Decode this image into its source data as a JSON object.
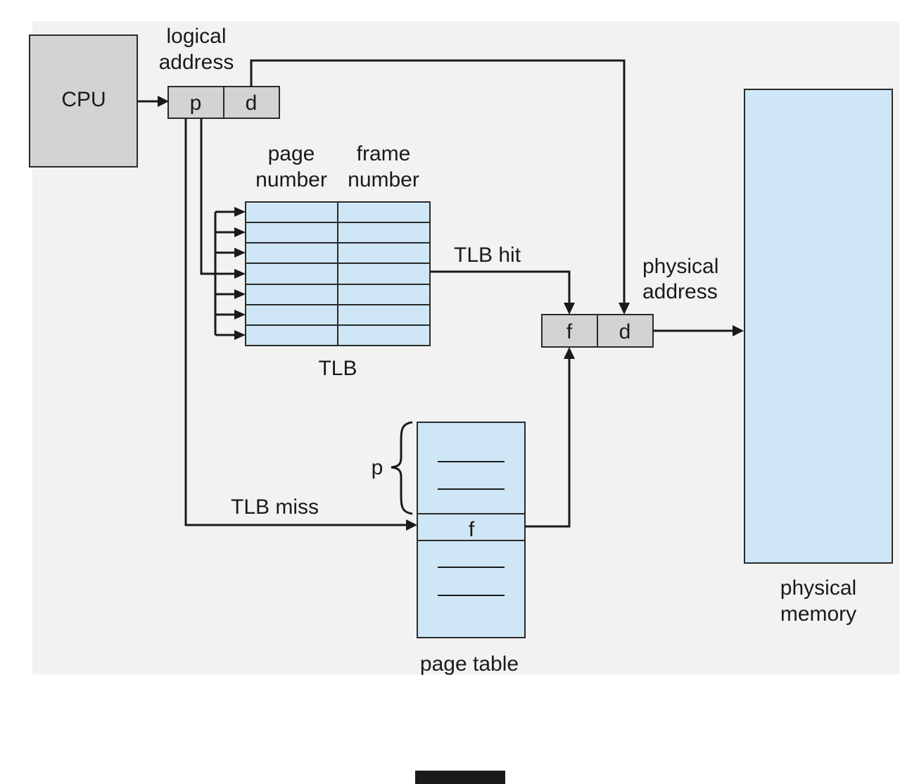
{
  "cpu": {
    "label": "CPU"
  },
  "logical_address": {
    "caption_line1": "logical",
    "caption_line2": "address",
    "page_field": "p",
    "offset_field": "d"
  },
  "tlb": {
    "header_page_line1": "page",
    "header_page_line2": "number",
    "header_frame_line1": "frame",
    "header_frame_line2": "number",
    "label": "TLB",
    "entry_count": 7
  },
  "tlb_hit": {
    "label": "TLB hit"
  },
  "tlb_miss": {
    "label": "TLB miss"
  },
  "physical_address": {
    "caption_line1": "physical",
    "caption_line2": "address",
    "frame_field": "f",
    "offset_field": "d"
  },
  "page_table": {
    "label": "page table",
    "index_label": "p",
    "entry_label": "f"
  },
  "physical_memory": {
    "caption_line1": "physical",
    "caption_line2": "memory"
  },
  "colors": {
    "gray_box": "#d3d3d4",
    "blue_box": "#cfe6f6",
    "background_panel": "#f2f2f3"
  }
}
